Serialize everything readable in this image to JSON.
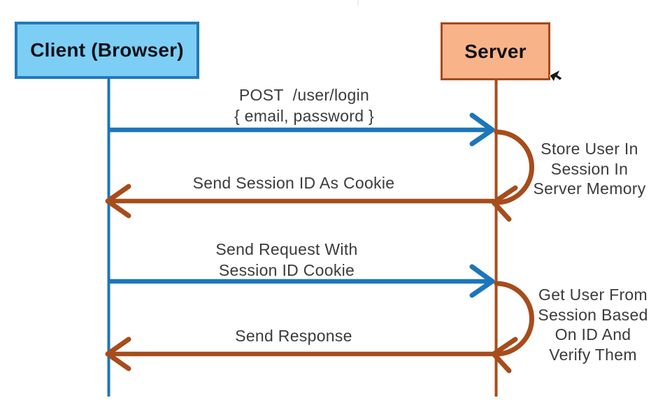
{
  "actors": {
    "client": "Client (Browser)",
    "server": "Server"
  },
  "messages": {
    "post_login": {
      "lines": [
        "POST  /user/login",
        "{ email, password }"
      ],
      "direction": "client-to-server"
    },
    "send_session_id": {
      "lines": [
        "Send Session ID As Cookie"
      ],
      "direction": "server-to-client"
    },
    "send_request": {
      "lines": [
        "Send Request With",
        "Session ID Cookie"
      ],
      "direction": "client-to-server"
    },
    "send_response": {
      "lines": [
        "Send Response"
      ],
      "direction": "server-to-client"
    }
  },
  "server_actions": {
    "store_user": {
      "lines": [
        "Store User In",
        "Session In",
        "Server Memory"
      ]
    },
    "get_user": {
      "lines": [
        "Get User From",
        "Session Based",
        "On ID And",
        "Verify Them"
      ]
    }
  },
  "colors": {
    "client_fill": "#7ccef5",
    "client_border": "#2279ba",
    "server_fill": "#f8b488",
    "server_border": "#a34a1d",
    "blue_arrow": "#1b76bb",
    "brown_arrow": "#a74c1b",
    "label_text": "#3b3b3b",
    "actor_text": "#101018"
  }
}
